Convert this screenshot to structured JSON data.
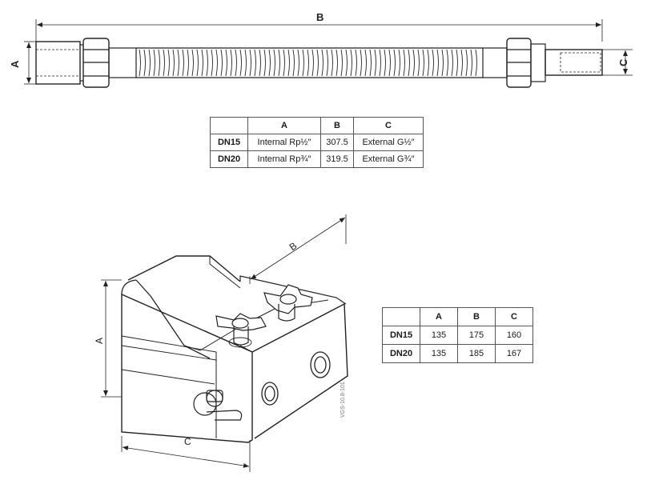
{
  "hose_drawing": {
    "dim_a": "A",
    "dim_b": "B",
    "dim_c": "C"
  },
  "hose_table": {
    "headers": [
      "",
      "A",
      "B",
      "C"
    ],
    "rows": [
      [
        "DN15",
        "Internal Rp½″",
        "307.5",
        "External G½″"
      ],
      [
        "DN20",
        "Internal Rp¾″",
        "319.5",
        "External G¾″"
      ]
    ]
  },
  "valve_drawing": {
    "dim_a": "A",
    "dim_b": "B",
    "dim_c": "C",
    "side_code": "VGS-10.8-101"
  },
  "valve_table": {
    "headers": [
      "",
      "A",
      "B",
      "C"
    ],
    "rows": [
      [
        "DN15",
        "135",
        "175",
        "160"
      ],
      [
        "DN20",
        "135",
        "185",
        "167"
      ]
    ]
  }
}
